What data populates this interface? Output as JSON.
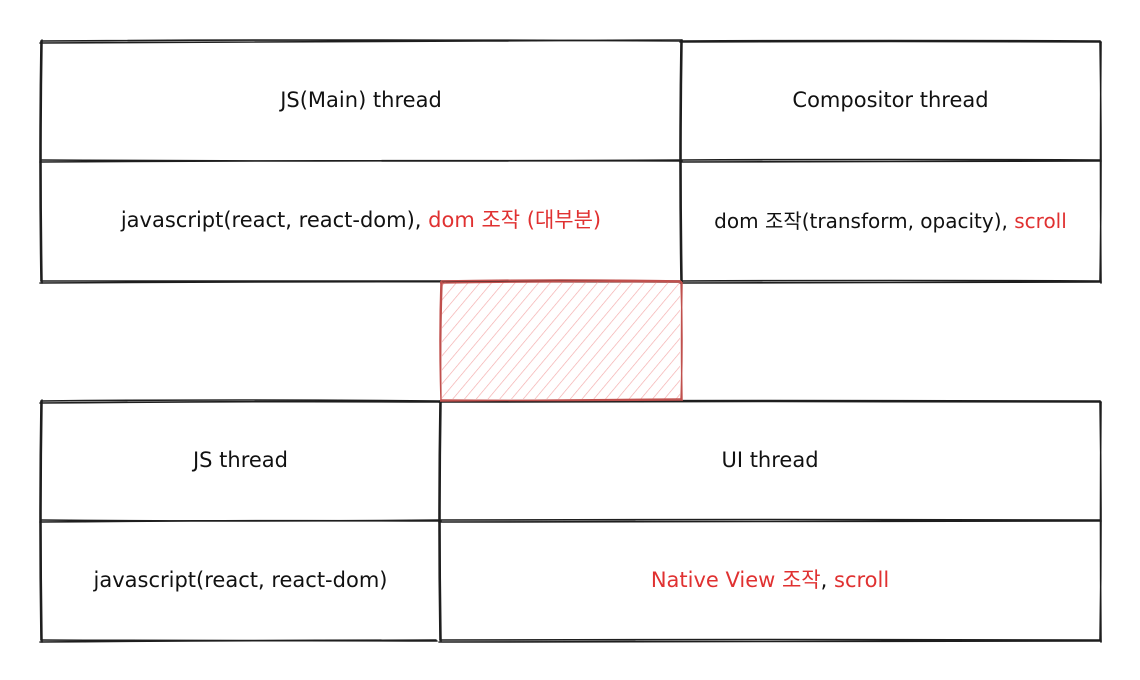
{
  "top_table": {
    "headers": {
      "main": "JS(Main) thread",
      "compositor": "Compositor thread"
    },
    "main_desc": {
      "plain": "javascript(react, react-dom), ",
      "highlight": "dom 조작 (대부분)"
    },
    "compositor_desc": {
      "plain": "dom 조작(transform, opacity), ",
      "highlight": "scroll"
    }
  },
  "bottom_table": {
    "headers": {
      "js": "JS thread",
      "ui": "UI thread"
    },
    "js_desc": "javascript(react, react-dom)",
    "ui_desc": {
      "highlight1": "Native View 조작",
      "separator": ", ",
      "highlight2": "scroll"
    }
  },
  "colors": {
    "stroke": "#1e1e1e",
    "highlight_text": "#e03131",
    "hatch_fill": "#ffc9c9",
    "hatch_stroke": "#c0504d"
  }
}
